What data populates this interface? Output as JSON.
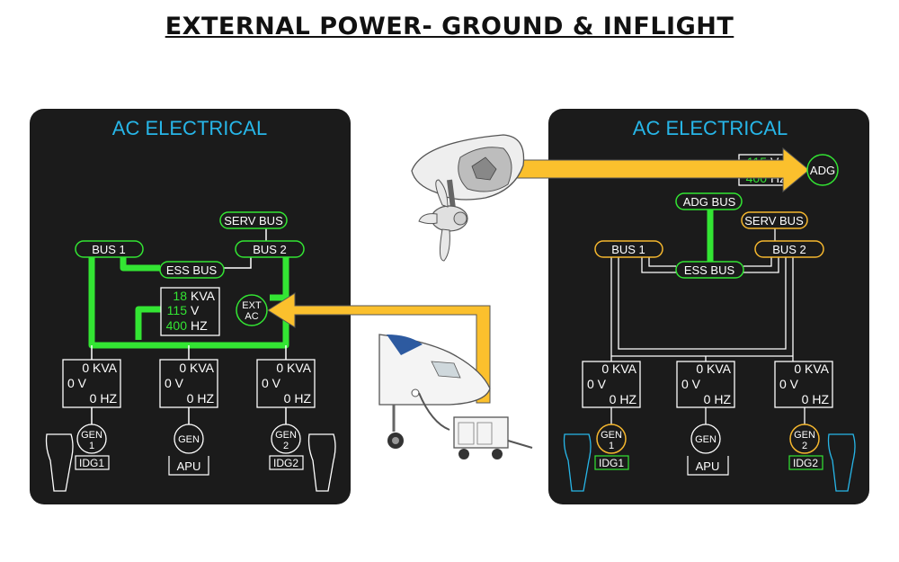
{
  "title": "EXTERNAL POWER- GROUND & INFLIGHT",
  "colors": {
    "panel": "#1b1b1b",
    "powered": "#33e533",
    "unpowered": "#ffffff",
    "amber": "#f5b72e",
    "cyan_title": "#27b6e8",
    "arrow": "#fbc02d"
  },
  "left_panel": {
    "heading": "AC ELECTRICAL",
    "serv_bus": "SERV BUS",
    "bus1": "BUS 1",
    "bus2": "BUS 2",
    "ess_bus": "ESS BUS",
    "ext": {
      "kva_value": "18",
      "kva_unit": "KVA",
      "v_value": "115",
      "v_unit": "V",
      "hz_value": "400",
      "hz_unit": "HZ",
      "label_line1": "EXT",
      "label_line2": "AC"
    },
    "gens": [
      {
        "kva": "0 KVA",
        "v": "0 V",
        "hz": "0 HZ",
        "gen_line1": "GEN",
        "gen_line2": "1",
        "source": "IDG1"
      },
      {
        "kva": "0 KVA",
        "v": "0 V",
        "hz": "0 HZ",
        "gen_line1": "GEN",
        "gen_line2": "",
        "source": "APU"
      },
      {
        "kva": "0 KVA",
        "v": "0 V",
        "hz": "0 HZ",
        "gen_line1": "GEN",
        "gen_line2": "2",
        "source": "IDG2"
      }
    ]
  },
  "right_panel": {
    "heading": "AC ELECTRICAL",
    "adg_v_value": "115",
    "adg_v_unit": "V",
    "adg_hz_value": "400",
    "adg_hz_unit": "HZ",
    "adg": "ADG",
    "adg_bus": "ADG BUS",
    "serv_bus": "SERV BUS",
    "bus1": "BUS 1",
    "bus2": "BUS 2",
    "ess_bus": "ESS BUS",
    "gens": [
      {
        "kva": "0 KVA",
        "v": "0 V",
        "hz": "0 HZ",
        "gen_line1": "GEN",
        "gen_line2": "1",
        "source": "IDG1"
      },
      {
        "kva": "0 KVA",
        "v": "0 V",
        "hz": "0 HZ",
        "gen_line1": "GEN",
        "gen_line2": "",
        "source": "APU"
      },
      {
        "kva": "0 KVA",
        "v": "0 V",
        "hz": "0 HZ",
        "gen_line1": "GEN",
        "gen_line2": "2",
        "source": "IDG2"
      }
    ]
  }
}
